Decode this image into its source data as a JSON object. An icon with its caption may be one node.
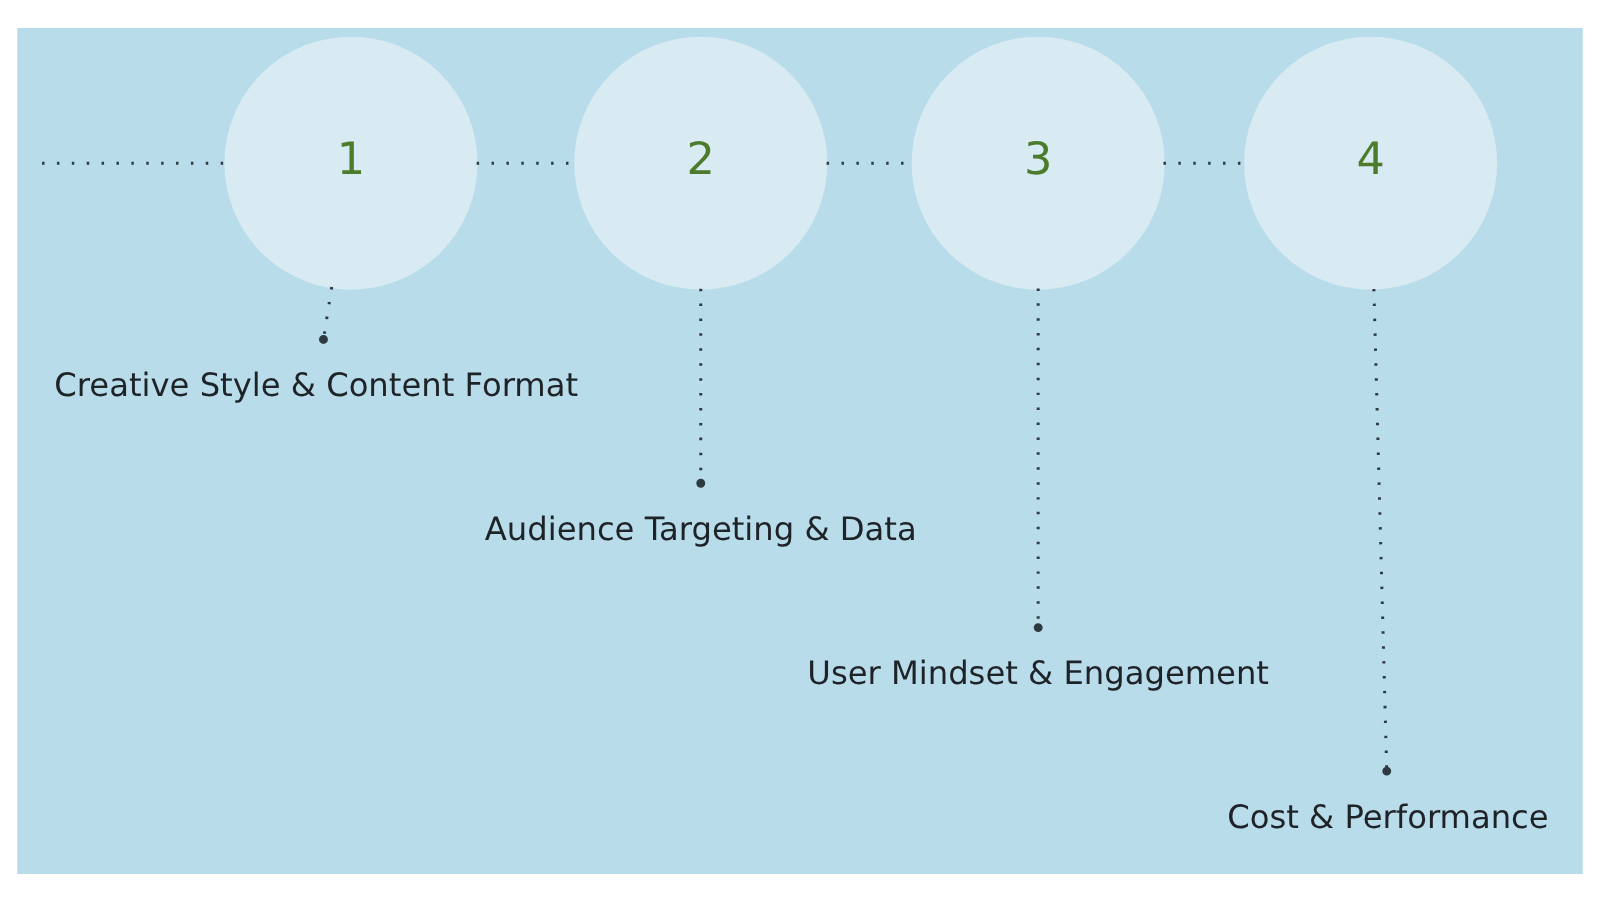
{
  "diagram": {
    "nodes": [
      {
        "text": [
          "1"
        ]
      },
      {
        "text": [
          "2"
        ]
      },
      {
        "text": [
          "3"
        ]
      },
      {
        "text": [
          "4"
        ]
      },
      {
        "text": [
          "Creative Style & Content Format"
        ]
      },
      {
        "text": [
          "Audience Targeting & Data"
        ]
      },
      {
        "text": [
          "User Mindset & Engagement"
        ]
      },
      {
        "text": [
          "Cost & Performance"
        ]
      }
    ],
    "edges": [
      {
        "from": null,
        "to": 0,
        "arrow": "none",
        "style": "dashed"
      },
      {
        "from": 0,
        "to": 1,
        "arrow": "none",
        "style": "dashed"
      },
      {
        "from": 1,
        "to": 2,
        "arrow": "none",
        "style": "dashed"
      },
      {
        "from": 2,
        "to": 3,
        "arrow": "none",
        "style": "dashed"
      },
      {
        "from": 0,
        "to": 4,
        "arrow": "other",
        "style": "dashed"
      },
      {
        "from": 1,
        "to": 5,
        "arrow": "other",
        "style": "dashed"
      },
      {
        "from": 2,
        "to": 6,
        "arrow": "other",
        "style": "dashed"
      },
      {
        "from": 3,
        "to": 7,
        "arrow": "other",
        "style": "dashed"
      }
    ]
  }
}
